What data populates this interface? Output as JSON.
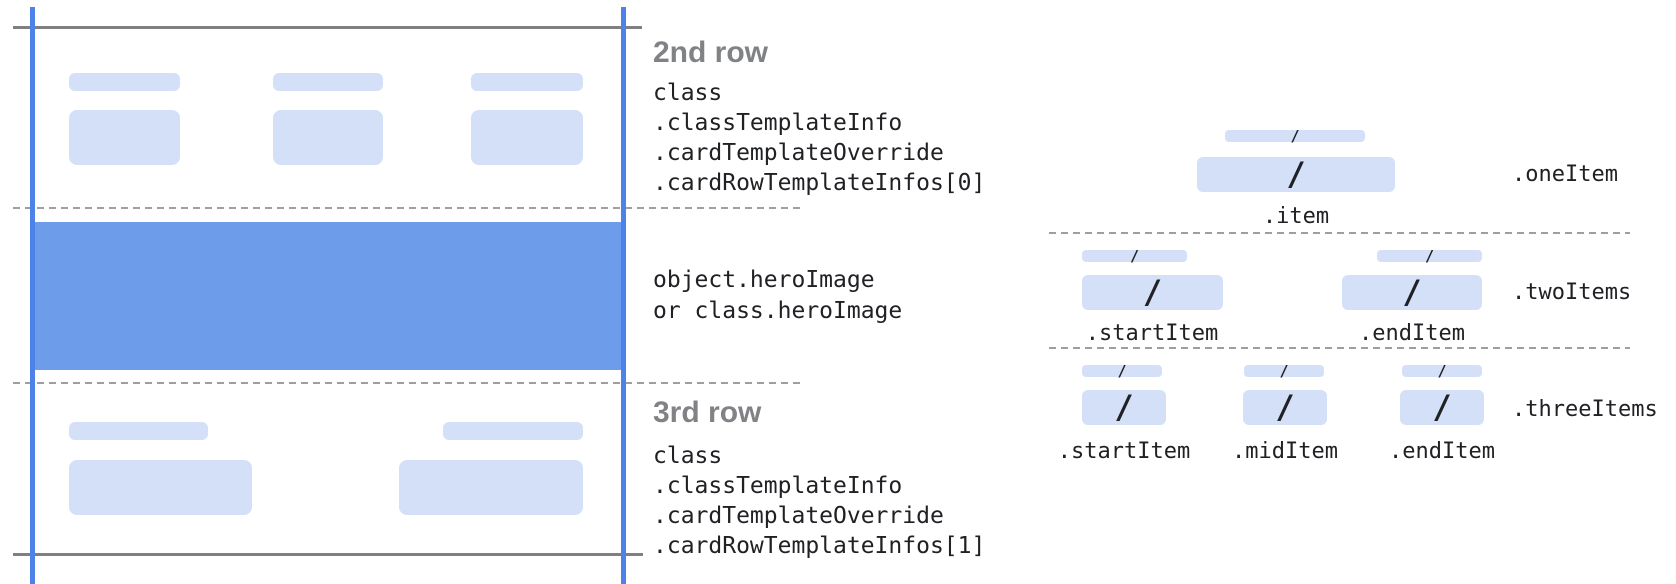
{
  "colors": {
    "accent-blue": "#4d82e9",
    "hero-blue": "#6d9ceb",
    "bar-light": "#d4e0f8",
    "line-gray": "#7f8082",
    "dash-gray": "#9e9fa1",
    "heading-gray": "#808285",
    "mono-ink": "#202124"
  },
  "left_panel": {
    "row2": {
      "heading": "2nd row",
      "class_lines": [
        "class",
        ".classTemplateInfo",
        ".cardTemplateOverride",
        ".cardRowTemplateInfos[0]"
      ]
    },
    "hero": {
      "line1": "object.heroImage",
      "line2": "or class.heroImage"
    },
    "row3": {
      "heading": "3rd row",
      "class_lines": [
        "class",
        ".classTemplateInfo",
        ".cardTemplateOverride",
        ".cardRowTemplateInfos[1]"
      ]
    }
  },
  "right_panel": {
    "slash": "/",
    "sections": [
      {
        "label": ".oneItem",
        "items": [
          ".item"
        ]
      },
      {
        "label": ".twoItems",
        "items": [
          ".startItem",
          ".endItem"
        ]
      },
      {
        "label": ".threeItems",
        "items": [
          ".startItem",
          ".midItem",
          ".endItem"
        ]
      }
    ]
  }
}
